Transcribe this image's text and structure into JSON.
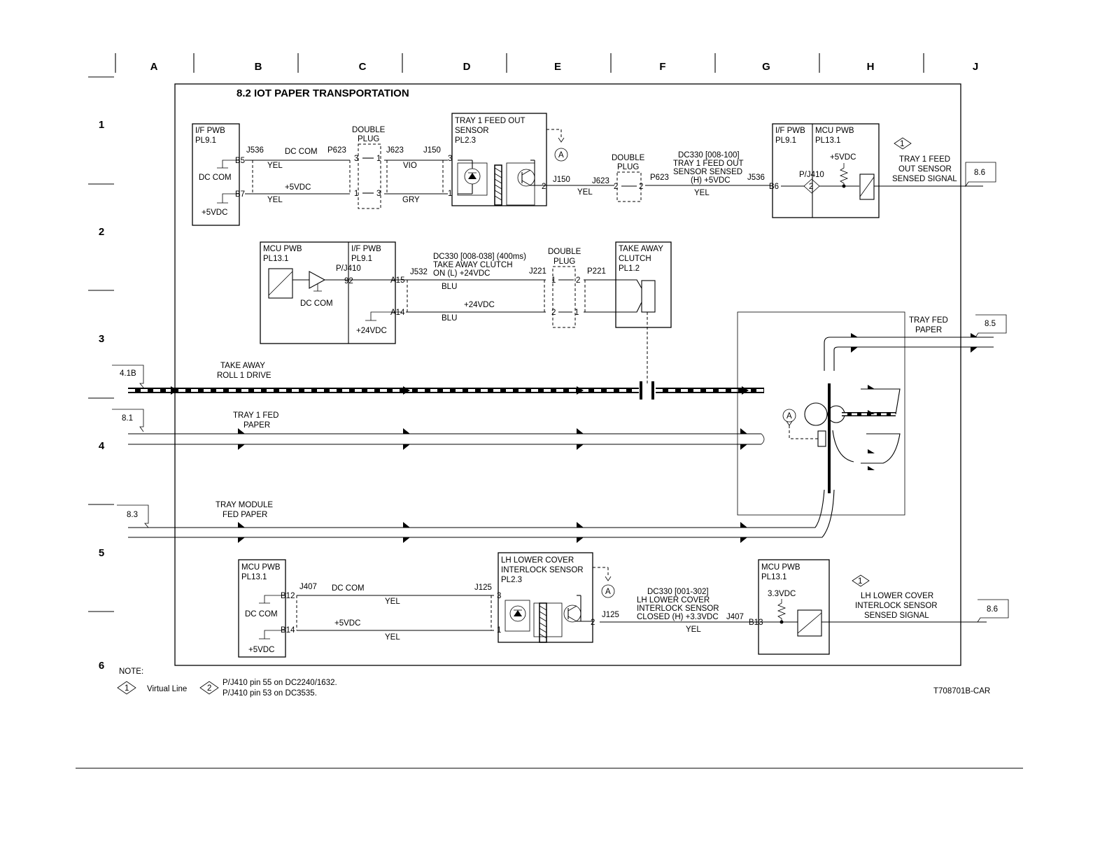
{
  "grid": {
    "columns": [
      "A",
      "B",
      "C",
      "D",
      "E",
      "F",
      "G",
      "H",
      "J"
    ],
    "rows": [
      "1",
      "2",
      "3",
      "4",
      "5",
      "6"
    ]
  },
  "title": "8.2 IOT PAPER TRANSPORTATION",
  "doc_code": "T708701B-CAR",
  "note": {
    "heading": "NOTE:",
    "sym1": "1",
    "sym1_text": "Virtual Line",
    "sym2": "2",
    "sym2_line1": "P/J410 pin 55 on DC2240/1632.",
    "sym2_line2": "P/J410 pin 53 on DC3535."
  },
  "refs": {
    "r41b": "4.1B",
    "r81": "8.1",
    "r83": "8.3",
    "r86a": "8.6",
    "r86b": "8.6",
    "r85": "8.5"
  },
  "test_point": "A",
  "circuit1": {
    "if_pwb": "I/F PWB",
    "if_pl": "PL9.1",
    "dccom": "DC COM",
    "p5vdc": "+5VDC",
    "j536": "J536",
    "b5": "B5",
    "b7": "B7",
    "dccom_wire": "DC COM",
    "p623": "P623",
    "yel1": "YEL",
    "v5_wire": "+5VDC",
    "yel2": "YEL",
    "double_plug": "DOUBLE",
    "double_plug2": "PLUG",
    "pin3a": "3",
    "pin1a": "1",
    "pin1b": "1",
    "pin3b": "3",
    "j623": "J623",
    "j150": "J150",
    "vio": "VIO",
    "gry": "GRY",
    "sensor1": "TRAY 1 FEED OUT",
    "sensor2": "SENSOR",
    "sensor3": "PL2.3",
    "s_pin3": "3",
    "s_pin1": "1",
    "s_pin2": "2",
    "j150b": "J150",
    "yel3": "YEL",
    "j623b": "J623",
    "dp2_1": "DOUBLE",
    "dp2_2": "PLUG",
    "dp_pin2a": "2",
    "dp_pin2b": "2",
    "p623b": "P623",
    "dc330_1": "DC330 [008-100]",
    "dc330_2": "TRAY 1 FEED OUT",
    "dc330_3": "SENSOR SENSED",
    "dc330_4": "(H) +5VDC",
    "yel4": "YEL",
    "j536b": "J536",
    "b6": "B6",
    "pj410": "P/J410",
    "pin_sym": "2",
    "if_pwb2": "I/F PWB",
    "if_pl2": "PL9.1",
    "mcu_pwb": "MCU PWB",
    "mcu_pl": "PL13.1",
    "mcu_5v": "+5VDC",
    "sig_sym": "1",
    "sig1": "TRAY 1 FEED",
    "sig2": "OUT SENSOR",
    "sig3": "SENSED SIGNAL"
  },
  "circuit2": {
    "mcu_pwb": "MCU PWB",
    "mcu_pl": "PL13.1",
    "if_pwb": "I/F PWB",
    "if_pl": "PL9.1",
    "pj410": "P/J410",
    "pin92": "92",
    "dccom": "DC COM",
    "a15": "A15",
    "a14": "A14",
    "p24": "+24VDC",
    "j532": "J532",
    "dc330_1": "DC330 [008-038] (400ms)",
    "dc330_2": "TAKE AWAY CLUTCH",
    "dc330_3": "ON (L) +24VDC",
    "blu1": "BLU",
    "v24_wire": "+24VDC",
    "blu2": "BLU",
    "j221": "J221",
    "dp1": "DOUBLE",
    "dp2": "PLUG",
    "p1": "1",
    "p2a": "2",
    "p2b": "2",
    "p1b": "1",
    "p221": "P221",
    "clutch1": "TAKE AWAY",
    "clutch2": "CLUTCH",
    "clutch3": "PL1.2"
  },
  "paths": {
    "takeaway1": "TAKE AWAY",
    "takeaway2": "ROLL 1 DRIVE",
    "tray1fed1": "TRAY 1 FED",
    "tray1fed2": "PAPER",
    "traymod1": "TRAY MODULE",
    "traymod2": "FED PAPER",
    "trayfed1": "TRAY FED",
    "trayfed2": "PAPER"
  },
  "circuit3": {
    "mcu_pwb": "MCU PWB",
    "mcu_pl": "PL13.1",
    "j407": "J407",
    "b12": "B12",
    "b14": "B14",
    "dccom": "DC COM",
    "p5vdc": "+5VDC",
    "dccom_wire": "DC COM",
    "yel1": "YEL",
    "v5_wire": "+5VDC",
    "yel2": "YEL",
    "j125": "J125",
    "sensor1": "LH LOWER COVER",
    "sensor2": "INTERLOCK SENSOR",
    "sensor3": "PL2.3",
    "s_pin3": "3",
    "s_pin1": "1",
    "s_pin2": "2",
    "j125b": "J125",
    "dc330_1": "DC330 [001-302]",
    "dc330_2": "LH LOWER COVER",
    "dc330_3": "INTERLOCK SENSOR",
    "dc330_4": "CLOSED (H) +3.3VDC",
    "yel3": "YEL",
    "j407b": "J407",
    "b13": "B13",
    "mcu_pwb2": "MCU PWB",
    "mcu_pl2": "PL13.1",
    "v33": "3.3VDC",
    "sig_sym": "1",
    "sig1": "LH LOWER COVER",
    "sig2": "INTERLOCK SENSOR",
    "sig3": "SENSED SIGNAL"
  }
}
